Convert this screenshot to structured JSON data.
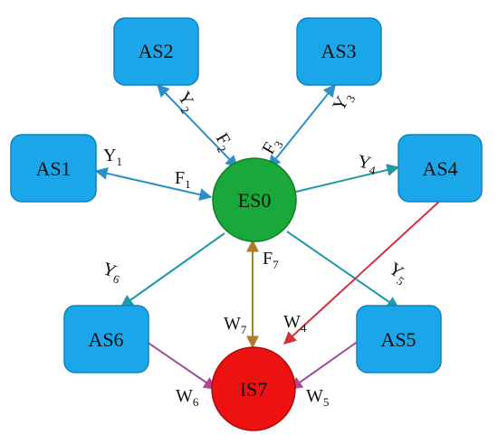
{
  "colors": {
    "box_fill": "#1aa6e8",
    "box_stroke": "#0f83c2",
    "es_fill": "#1aa83a",
    "es_stroke": "#0e7d28",
    "is_fill": "#ee1111",
    "is_stroke": "#a80e0e",
    "edge_blue": "#2c8fc8",
    "edge_teal": "#1f9aa6",
    "edge_red": "#d23040",
    "edge_olive": "#9b8a2a",
    "edge_purple": "#a0509a"
  },
  "nodes": {
    "as1": "AS1",
    "as2": "AS2",
    "as3": "AS3",
    "as4": "AS4",
    "as5": "AS5",
    "as6": "AS6",
    "es0": "ES0",
    "is7": "IS7"
  },
  "labels": {
    "y1": {
      "main": "Y",
      "sub": "1"
    },
    "y2": {
      "main": "Y",
      "sub": "2"
    },
    "y3": {
      "main": "Y",
      "sub": "3"
    },
    "y4": {
      "main": "Y",
      "sub": "4"
    },
    "y5": {
      "main": "Y",
      "sub": "5"
    },
    "y6": {
      "main": "Y",
      "sub": "6"
    },
    "f1": {
      "main": "F",
      "sub": "1"
    },
    "f2": {
      "main": "F",
      "sub": "2"
    },
    "f3": {
      "main": "F",
      "sub": "3"
    },
    "f7": {
      "main": "F",
      "sub": "7"
    },
    "w4": {
      "main": "W",
      "sub": "4"
    },
    "w5": {
      "main": "W",
      "sub": "5"
    },
    "w6": {
      "main": "W",
      "sub": "6"
    },
    "w7": {
      "main": "W",
      "sub": "7"
    }
  }
}
